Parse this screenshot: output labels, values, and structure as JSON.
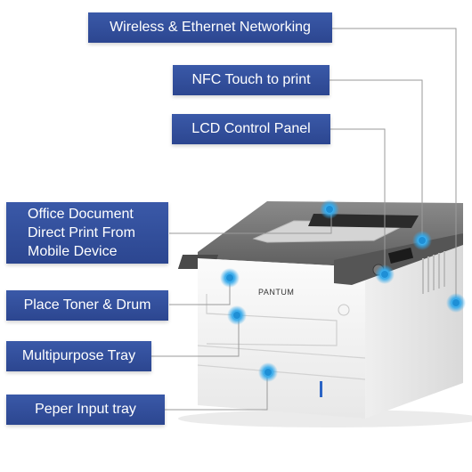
{
  "labels": {
    "wireless": "Wireless & Ethernet Networking",
    "nfc": "NFC Touch to print",
    "lcd": "LCD Control Panel",
    "office_line1": "Office Document",
    "office_line2": "Direct Print From",
    "office_line3": "Mobile Device",
    "toner": "Place Toner & Drum",
    "multipurpose": "Multipurpose Tray",
    "input_tray": "Peper Input tray"
  },
  "printer": {
    "brand_text": "PANTUM"
  },
  "colors": {
    "label_bg": "#2f4b96",
    "label_text": "#ffffff",
    "leader_line": "#9a9a9a",
    "hotspot": "#35a9ea",
    "printer_body": "#f2f2f2",
    "printer_top": "#6e6e6e"
  }
}
